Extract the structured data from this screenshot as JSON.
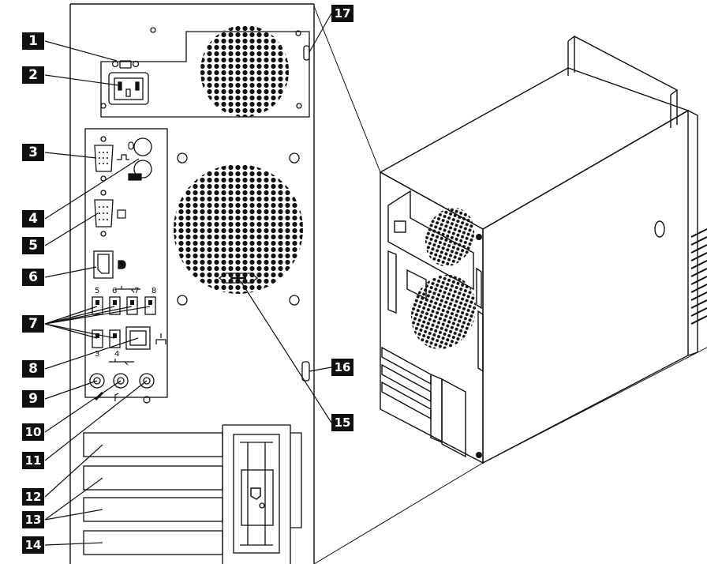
{
  "callouts": [
    "1",
    "2",
    "3",
    "4",
    "5",
    "6",
    "7",
    "8",
    "9",
    "10",
    "11",
    "12",
    "13",
    "14",
    "15",
    "16",
    "17"
  ],
  "usb_port_numbers": {
    "upper": [
      "5",
      "6",
      "7",
      "8"
    ],
    "lower": [
      "3",
      "4"
    ]
  },
  "colors": {
    "line": "#111111",
    "background": "#ffffff",
    "callout_bg": "#111111",
    "callout_text": "#ffffff"
  }
}
